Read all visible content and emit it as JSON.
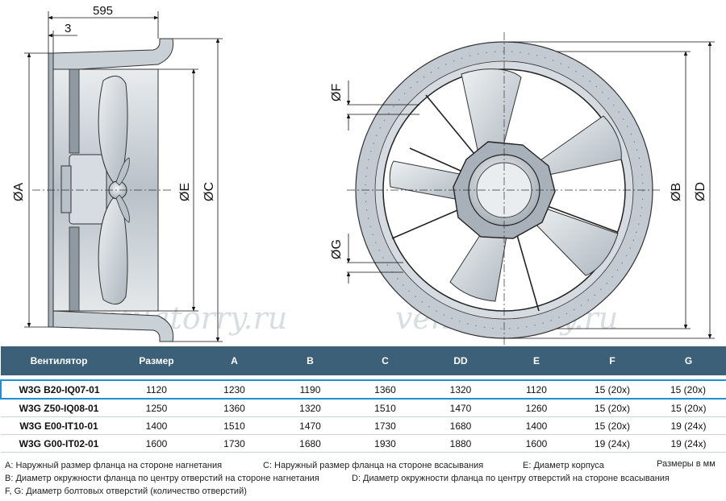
{
  "side_view": {
    "dim_overall_length": "595",
    "dim_offset": "3",
    "label_A": "ØA",
    "label_E": "ØE",
    "label_C": "ØC"
  },
  "front_view": {
    "label_F": "ØF",
    "label_G": "ØG",
    "label_B": "ØB",
    "label_D": "ØD"
  },
  "watermark": "ventilatorry.ru",
  "table": {
    "headers": [
      "Вентилятор",
      "Размер",
      "A",
      "B",
      "C",
      "DD",
      "E",
      "F",
      "G"
    ],
    "rows": [
      [
        "W3G B20-IQ07-01",
        "1120",
        "1230",
        "1190",
        "1360",
        "1320",
        "1120",
        "15 (20x)",
        "15 (20x)"
      ],
      [
        "W3G Z50-IQ08-01",
        "1250",
        "1360",
        "1320",
        "1510",
        "1470",
        "1260",
        "15 (20x)",
        "15 (20x)"
      ],
      [
        "W3G E00-IT10-01",
        "1400",
        "1510",
        "1470",
        "1730",
        "1680",
        "1400",
        "15 (20x)",
        "19 (24x)"
      ],
      [
        "W3G G00-IT02-01",
        "1600",
        "1730",
        "1680",
        "1930",
        "1880",
        "1600",
        "19 (24x)",
        "19 (24x)"
      ]
    ]
  },
  "legend": {
    "a": "A: Наружный размер фланца на стороне нагнетания",
    "c": "C: Наружный размер фланца на стороне всасывания",
    "e": "E: Диаметр корпуса",
    "units": "Размеры в мм",
    "b": "B: Диаметр окружности фланца по центру отверстий на стороне нагнетания",
    "d": "D: Диаметр окружности фланца по центру отверстий на стороне всасывания",
    "fg": "F, G: Диаметр болтовых отверстий (количество отверстий)"
  },
  "colors": {
    "header_bg": "#3d6079",
    "highlight": "#1f8fd6",
    "housing": "#bfc6cd",
    "blade": "#cdd4da"
  }
}
